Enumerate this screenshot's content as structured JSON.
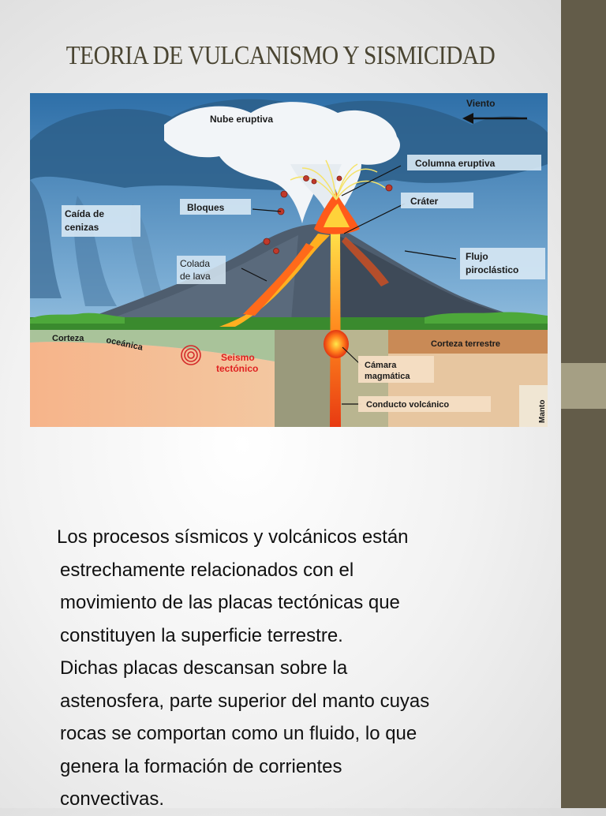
{
  "slide": {
    "title": "TEORIA DE VULCANISMO Y SISMICIDAD",
    "accent_color": "#635c49",
    "accent_light": "#a59f84"
  },
  "diagram": {
    "labels": {
      "nube_eruptiva": "Nube eruptiva",
      "viento": "Viento",
      "columna_eruptiva": "Columna eruptiva",
      "bloques": "Bloques",
      "crater": "Cráter",
      "caida_1": "Caída de",
      "caida_2": "cenizas",
      "colada_1": "Colada",
      "colada_2": "de lava",
      "flujo_1": "Flujo",
      "flujo_2": "piroclástico",
      "corteza_oceanica_1": "Corteza",
      "corteza_oceanica_2": "oceánica",
      "seismo_1": "Seismo",
      "seismo_2": "tectónico",
      "corteza_terrestre": "Corteza terrestre",
      "camara_1": "Cámara",
      "camara_2": "magmática",
      "conducto": "Conducto volcánico",
      "manto": "Manto"
    }
  },
  "body": {
    "paragraph1_line1": "Los procesos sísmicos y volcánicos están",
    "paragraph1_rest": [
      "estrechamente relacionados con el",
      "movimiento de las placas tectónicas que",
      "constituyen la superficie terrestre."
    ],
    "paragraph2": [
      "Dichas placas descansan sobre la",
      "astenosfera, parte superior del manto cuyas",
      "rocas se comportan como un fluido, lo que",
      "genera la formación de corrientes",
      "convectivas."
    ]
  }
}
